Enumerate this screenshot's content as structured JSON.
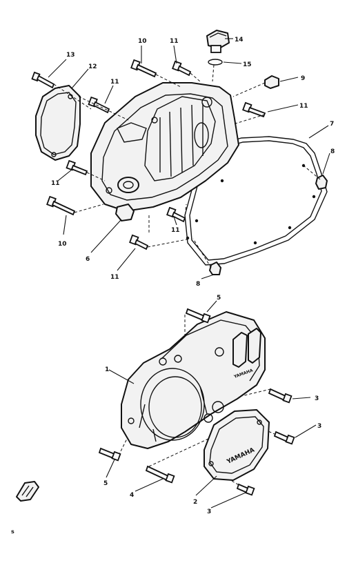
{
  "diagram": {
    "callouts": [
      "13",
      "12",
      "10",
      "11",
      "11",
      "14",
      "15",
      "9",
      "11",
      "7",
      "8",
      "11",
      "10",
      "6",
      "11",
      "11",
      "8",
      "5",
      "1",
      "3",
      "3",
      "5",
      "2",
      "4",
      "3"
    ],
    "cover_badge": "YAMAHA",
    "page_mark": "s"
  }
}
